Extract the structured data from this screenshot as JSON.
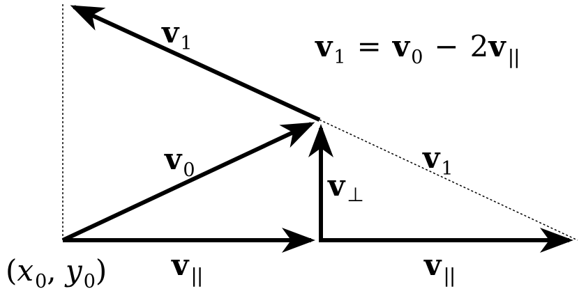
{
  "diagram": {
    "labels": {
      "v1_top": {
        "vec": "v",
        "sub": "1"
      },
      "v0": {
        "vec": "v",
        "sub": "0"
      },
      "v1_dashed": {
        "vec": "v",
        "sub": "1"
      },
      "v_perp": {
        "vec": "v",
        "sub": "⊥"
      },
      "v_par_left": {
        "vec": "v",
        "sub": "||"
      },
      "v_par_right": {
        "vec": "v",
        "sub": "||"
      }
    },
    "equation": {
      "lhs_vec": "v",
      "lhs_sub": "1",
      "equals": "=",
      "rhs_vec1": "v",
      "rhs_sub1": "0",
      "minus": "−",
      "coef": "2",
      "rhs_vec2": "v",
      "rhs_sub2": "||"
    },
    "origin": {
      "open": "(",
      "x": "x",
      "x_sub": "0",
      "comma": ", ",
      "y": "y",
      "y_sub": "0",
      "close": ")"
    },
    "colors": {
      "stroke": "#000000",
      "background": "#ffffff"
    }
  }
}
